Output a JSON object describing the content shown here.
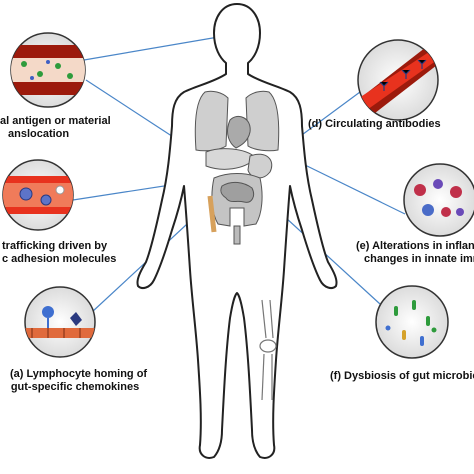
{
  "panels": {
    "antigen": {
      "line1": "al antigen or material",
      "line2": "anslocation"
    },
    "trafficking": {
      "line1": "trafficking driven by",
      "line2": "c adhesion molecules"
    },
    "homing": {
      "line1": "(a) Lymphocyte homing of",
      "line2": "gut-specific chemokines"
    },
    "antibodies": {
      "line1": "(d) Circulating antibodies"
    },
    "inflammation": {
      "line1": "(e) Alterations in inflan",
      "line2": "changes in innate imm"
    },
    "dysbiosis": {
      "line1": "(f) Dysbiosis of gut microbiota"
    }
  },
  "colors": {
    "vessel_red": "#e8321e",
    "vessel_dark": "#9c1a0c",
    "connector_blue": "#4a86c8",
    "organ_gray": "#cfcfcf",
    "outline": "#222222"
  }
}
